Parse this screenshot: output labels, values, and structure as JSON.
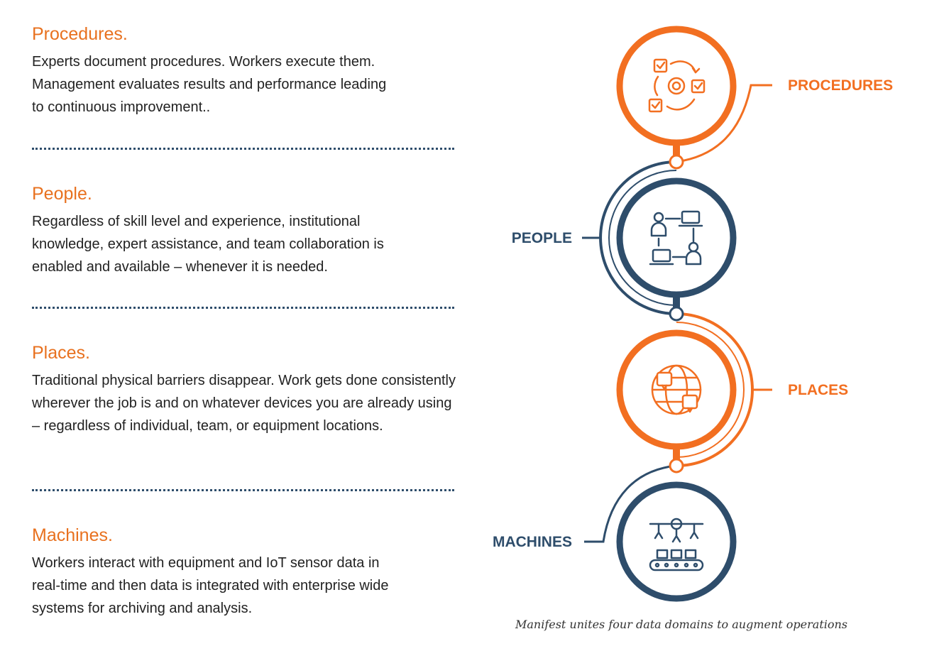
{
  "colors": {
    "orange": "#f26f21",
    "navy": "#2e4d6b",
    "heading": "#e8711f",
    "text": "#222222"
  },
  "sections": [
    {
      "heading": "Procedures.",
      "body": [
        "Experts document procedures. Workers execute them.",
        "Management evaluates results and performance leading",
        "to continuous improvement.."
      ]
    },
    {
      "heading": "People.",
      "body": [
        "Regardless of skill level and experience, institutional",
        "knowledge, expert assistance, and team collaboration is",
        "enabled and available – whenever it is needed."
      ]
    },
    {
      "heading": "Places.",
      "body": [
        "Traditional physical barriers disappear. Work gets done consistently",
        "wherever the job is and on whatever devices you are already using",
        "– regardless of individual, team, or equipment locations."
      ]
    },
    {
      "heading": "Machines.",
      "body": [
        "Workers interact with equipment and IoT sensor data in",
        "real-time and then data is integrated with enterprise wide",
        "systems for archiving and analysis."
      ]
    }
  ],
  "diagram": {
    "labels": [
      "PROCEDURES",
      "PEOPLE",
      "PLACES",
      "MACHINES"
    ],
    "icons": [
      "procedures-cycle-icon",
      "people-collaboration-icon",
      "globe-location-icon",
      "factory-robot-arms-icon"
    ]
  },
  "caption": "Manifest unites four data domains to augment operations"
}
